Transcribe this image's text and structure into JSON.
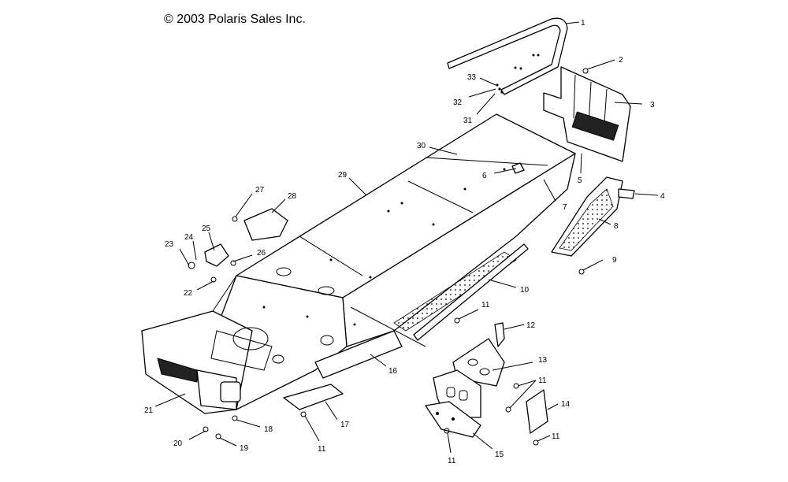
{
  "diagram": {
    "copyright": "© 2003 Polaris Sales Inc.",
    "callouts": [
      "1",
      "2",
      "3",
      "4",
      "5",
      "6",
      "7",
      "8",
      "9",
      "10",
      "11",
      "12",
      "13",
      "11",
      "14",
      "11",
      "15",
      "11",
      "16",
      "17",
      "11",
      "18",
      "19",
      "20",
      "21",
      "22",
      "23",
      "24",
      "25",
      "26",
      "27",
      "28",
      "29",
      "30",
      "31",
      "32",
      "33"
    ]
  }
}
